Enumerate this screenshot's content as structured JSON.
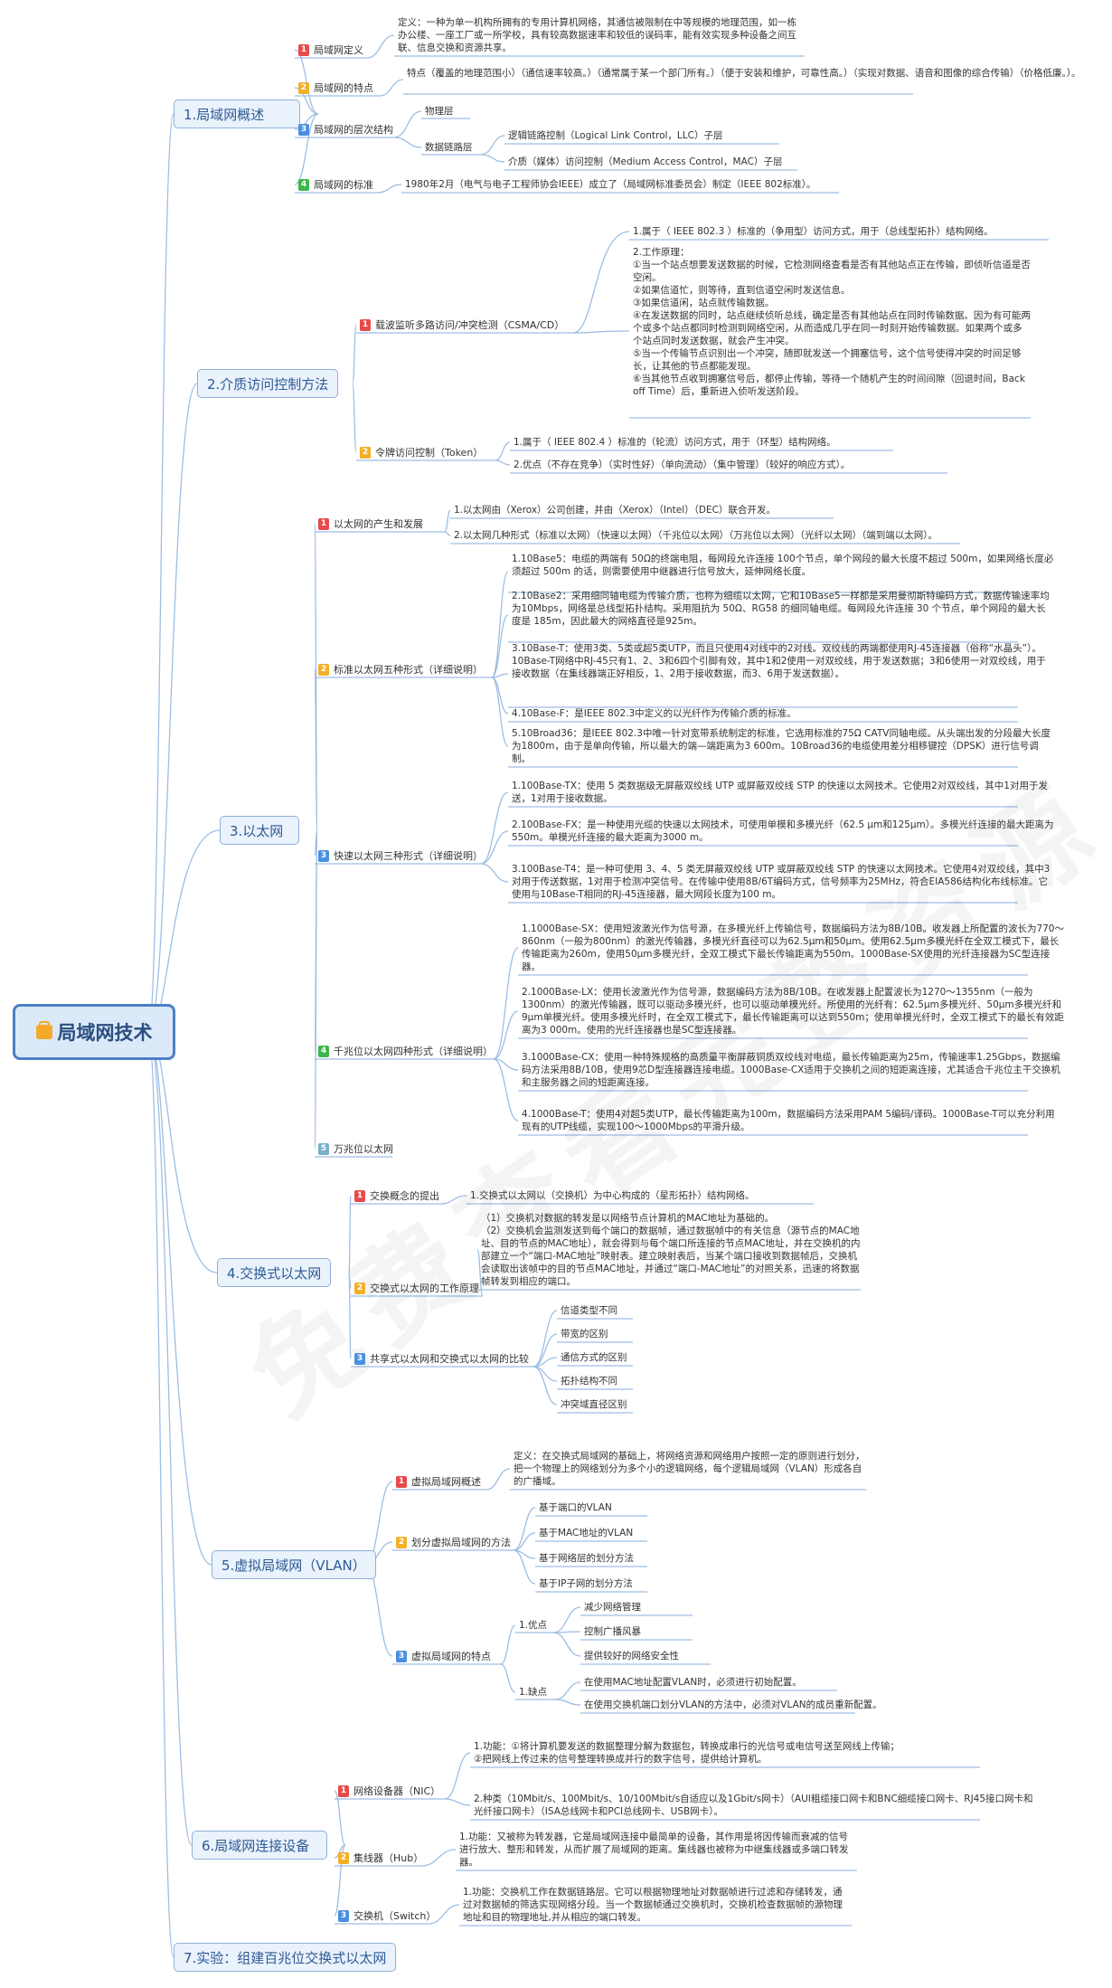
{
  "root": {
    "label": "局域网技术"
  },
  "watermark": "免费查看完整资源 请关注",
  "sections": [
    {
      "label": "1.局域网概述",
      "children": [
        {
          "num": "1",
          "label": "局域网定义",
          "leaves": [
            "定义：一种为单一机构所拥有的专用计算机网络，其通信被限制在中等规模的地理范围，如一栋办公楼、一座工厂或一所学校，具有较高数据速率和较低的误码率，能有效实现多种设备之间互联、信息交换和资源共享。"
          ]
        },
        {
          "num": "2",
          "label": "局域网的特点",
          "leaves": [
            "特点（覆盖的地理范围小）（通信速率较高。）（通常属于某一个部门所有。）（便于安装和维护，可靠性高。）（实现对数据、语音和图像的综合传输）（价格低廉。）。"
          ]
        },
        {
          "num": "3",
          "label": "局域网的层次结构",
          "groups": [
            {
              "label": "物理层",
              "leaves": []
            },
            {
              "label": "数据链路层",
              "leaves": [
                "逻辑链路控制（Logical Link Control，LLC）子层",
                "介质（媒体）访问控制（Medium Access Control，MAC）子层"
              ]
            }
          ]
        },
        {
          "num": "4",
          "label": "局域网的标准",
          "leaves": [
            "1980年2月（电气与电子工程师协会IEEE）成立了（局域网标准委员会）制定（IEEE 802标准）。"
          ]
        }
      ]
    },
    {
      "label": "2.介质访问控制方法",
      "children": [
        {
          "num": "1",
          "label": "载波监听多路访问/冲突检测（CSMA/CD）",
          "leaves": [
            "1.属于（ IEEE 802.3 ）标准的（争用型）访问方式，用于（总线型拓扑）结构网络。",
            "2.工作原理：\n①当一个站点想要发送数据的时候，它检测网络查看是否有其他站点正在传输，即侦听信道是否空闲。\n②如果信道忙，则等待，直到信道空闲时发送信息。\n③如果信道闲，站点就传输数据。\n④在发送数据的同时，站点继续侦听总线，确定是否有其他站点在同时传输数据。因为有可能两个或多个站点都同时检测到网络空闲，从而造成几乎在同一时刻开始传输数据。如果两个或多个站点同时发送数据，就会产生冲突。\n⑤当一个传输节点识别出一个冲突，随即就发送一个拥塞信号，这个信号使得冲突的时间足够长，让其他的节点都能发现。\n⑥当其他节点收到拥塞信号后，都停止传输，等待一个随机产生的时间间隙（回退时间，Back off Time）后，重新进入侦听发送阶段。"
          ]
        },
        {
          "num": "2",
          "label": "令牌访问控制（Token）",
          "leaves": [
            "1.属于（ IEEE 802.4 ）标准的（轮流）访问方式，用于（环型）结构网络。",
            "2.优点（不存在竞争）（实时性好）（单向流动）（集中管理）（较好的响应方式）。"
          ]
        }
      ]
    },
    {
      "label": "3.以太网",
      "children": [
        {
          "num": "1",
          "label": "以太网的产生和发展",
          "leaves": [
            "1.以太网由（Xerox）公司创建，并由（Xerox）（Intel）（DEC）联合开发。",
            "2.以太网几种形式（标准以太网）（快速以太网）（千兆位以太网）（万兆位以太网）（光纤以太网）（端到端以太网）。"
          ]
        },
        {
          "num": "2",
          "label": "标准以太网五种形式（详细说明）",
          "leaves": [
            "1.10Base5：电缆的两端有 50Ω的终端电阻，每网段允许连接 100个节点，单个网段的最大长度不超过 500m，如果网络长度必须超过 500m 的话，则需要使用中继器进行信号放大，延伸网络长度。",
            "2.10Base2：采用细同轴电缆为传输介质，也称为细缆以太网，它和10Base5一样都是采用曼彻斯特编码方式，数据传输速率均为10Mbps，网络是总线型拓扑结构。采用阻抗为 50Ω、RG58 的细同轴电缆。每网段允许连接 30 个节点，单个网段的最大长度是 185m，因此最大的网络直径是925m。",
            "3.10Base-T：使用3类、5类或超5类UTP，而且只使用4对线中的2对线。双绞线的两端都使用RJ-45连接器（俗称“水晶头”）。10Base-T网络中RJ-45只有1、2、3和6四个引脚有效，其中1和2使用一对双绞线，用于发送数据；3和6使用一对双绞线，用于接收数据（在集线器端正好相反，1、2用于接收数据，而3、6用于发送数据）。",
            "4.10Base-F：是IEEE 802.3中定义的以光纤作为传输介质的标准。",
            "5.10Broad36：是IEEE 802.3中唯一针对宽带系统制定的标准，它选用标准的75Ω CATV同轴电缆。从头端出发的分段最大长度为1800m，由于是单向传输，所以最大的端—端距离为3 600m。10Broad36的电缆使用差分相移键控（DPSK）进行信号调制。"
          ]
        },
        {
          "num": "3",
          "label": "快速以太网三种形式（详细说明）",
          "leaves": [
            "1.100Base-TX：使用 5 类数据级无屏蔽双绞线 UTP 或屏蔽双绞线 STP 的快速以太网技术。它使用2对双绞线，其中1对用于发送，1对用于接收数据。",
            "2.100Base-FX：是一种使用光缆的快速以太网技术，可使用单模和多模光纤（62.5 μm和125μm）。多模光纤连接的最大距离为550m。单模光纤连接的最大距离为3000 m。",
            "3.100Base-T4：是一种可使用 3、4、5 类无屏蔽双绞线 UTP 或屏蔽双绞线 STP 的快速以太网技术。它使用4对双绞线，其中3对用于传送数据，1对用于检测冲突信号。在传输中使用8B/6T编码方式，信号频率为25MHz，符合EIA586结构化布线标准。它使用与10Base-T相同的RJ-45连接器，最大网段长度为100 m。"
          ]
        },
        {
          "num": "4",
          "label": "千兆位以太网四种形式（详细说明）",
          "leaves": [
            "1.1000Base-SX：使用短波激光作为信号源，在多模光纤上传输信号，数据编码方法为8B/10B。收发器上所配置的波长为770～860nm（一般为800nm）的激光传输器，多模光纤直径可以为62.5μm和50μm。使用62.5μm多模光纤在全双工模式下，最长传输距离为260m，使用50μm多模光纤，全双工模式下最长传输距离为550m。1000Base-SX使用的光纤连接器为SC型连接器。",
            "2.1000Base-LX：使用长波激光作为信号源，数据编码方法为8B/10B。在收发器上配置波长为1270～1355nm（一般为1300nm）的激光传输器，既可以驱动多模光纤，也可以驱动单模光纤。所使用的光纤有：62.5μm多模光纤、50μm多模光纤和9μm单模光纤。使用多模光纤时，在全双工模式下，最长传输距离可以达到550m；使用单模光纤时，全双工模式下的最长有效距离为3 000m。使用的光纤连接器也是SC型连接器。",
            "3.1000Base-CX：使用一种特殊规格的高质量平衡屏蔽铜质双绞线对电缆，最长传输距离为25m，传输速率1.25Gbps，数据编码方法采用8B/10B，使用9芯D型连接器连接电缆。1000Base-CX适用于交换机之间的短距离连接，尤其适合千兆位主干交换机和主服务器之间的短距离连接。",
            "4.1000Base-T：使用4对超5类UTP，最长传输距离为100m，数据编码方法采用PAM 5编码/译码。1000Base-T可以充分利用现有的UTP线缆，实现100～1000Mbps的平滑升级。"
          ]
        },
        {
          "num": "5",
          "label": "万兆位以太网",
          "leaves": []
        }
      ]
    },
    {
      "label": "4.交换式以太网",
      "children": [
        {
          "num": "1",
          "label": "交换概念的提出",
          "leaves": [
            "1.交换式以太网以（交换机）为中心构成的（星形拓扑）结构网络。"
          ]
        },
        {
          "num": "2",
          "label": "交换式以太网的工作原理",
          "leaves": [
            "（1）交换机对数据的转发是以网络节点计算机的MAC地址为基础的。\n（2）交换机会监测发送到每个端口的数据帧，通过数据帧中的有关信息（源节点的MAC地址、目的节点的MAC地址），就会得到与每个端口所连接的节点MAC地址，并在交换机的内部建立一个“端口-MAC地址”映射表。建立映射表后，当某个端口接收到数据帧后，交换机会读取出该帧中的目的节点MAC地址，并通过“端口-MAC地址”的对照关系，迅速的将数据帧转发到相应的端口。"
          ]
        },
        {
          "num": "3",
          "label": "共享式以太网和交换式以太网的比较",
          "leaves": [
            "信道类型不同",
            "带宽的区别",
            "通信方式的区别",
            "拓扑结构不同",
            "冲突域直径区别"
          ]
        }
      ]
    },
    {
      "label": "5.虚拟局域网（VLAN）",
      "children": [
        {
          "num": "1",
          "label": "虚拟局域网概述",
          "leaves": [
            "定义：在交换式局域网的基础上，将网络资源和网络用户按照一定的原则进行划分，把一个物理上的网络划分为多个小的逻辑网络，每个逻辑局域网（VLAN）形成各自的广播域。"
          ]
        },
        {
          "num": "2",
          "label": "划分虚拟局域网的方法",
          "leaves": [
            "基于端口的VLAN",
            "基于MAC地址的VLAN",
            "基于网络层的划分方法",
            "基于IP子网的划分方法"
          ]
        },
        {
          "num": "3",
          "label": "虚拟局域网的特点",
          "groups": [
            {
              "label": "1.优点",
              "leaves": [
                "减少网络管理",
                "控制广播风暴",
                "提供较好的网络安全性"
              ]
            },
            {
              "label": "1.缺点",
              "leaves": [
                "在使用MAC地址配置VLAN时，必须进行初始配置。",
                "在使用交换机端口划分VLAN的方法中，必须对VLAN的成员重新配置。"
              ]
            }
          ]
        }
      ]
    },
    {
      "label": "6.局域网连接设备",
      "children": [
        {
          "num": "1",
          "label": "网络设备器（NIC）",
          "leaves": [
            "1.功能：①将计算机要发送的数据整理分解为数据包，转换成串行的光信号或电信号送至网线上传输；\n②把网线上传过来的信号整理转换成并行的数字信号，提供给计算机。",
            "2.种类（10Mbit/s、100Mbit/s、10/100Mbit/s自适应以及1Gbit/s网卡）（AUI粗缆接口网卡和BNC细缆接口网卡、RJ45接口网卡和光纤接口网卡）（ISA总线网卡和PCI总线网卡、USB网卡）。"
          ]
        },
        {
          "num": "2",
          "label": "集线器（Hub）",
          "leaves": [
            "1.功能：又被称为转发器，它是局域网连接中最简单的设备，其作用是将因传输而衰减的信号进行放大、整形和转发，从而扩展了局域网的距离。集线器也被称为中继集线器或多端口转发器。"
          ]
        },
        {
          "num": "3",
          "label": "交换机（Switch）",
          "leaves": [
            "1.功能：交换机工作在数据链路层。它可以根据物理地址对数据帧进行过滤和存储转发，通过对数据帧的筛选实现网络分段。当一个数据帧通过交换机时，交换机检查数据帧的源物理地址和目的物理地址,并从相应的端口转发。"
          ]
        }
      ]
    },
    {
      "label": "7.实验：组建百兆位交换式以太网",
      "children": []
    }
  ],
  "colors": {
    "line": "#9dbde3",
    "root_border": "#4a7fc4",
    "section_border": "#8fb0d9",
    "section_text": "#2d5a94",
    "badge_1": "#e84a4a",
    "badge_2": "#f3b027",
    "badge_3": "#4a8fe0",
    "badge_4": "#3db74a",
    "badge_5": "#7ab0c8"
  }
}
